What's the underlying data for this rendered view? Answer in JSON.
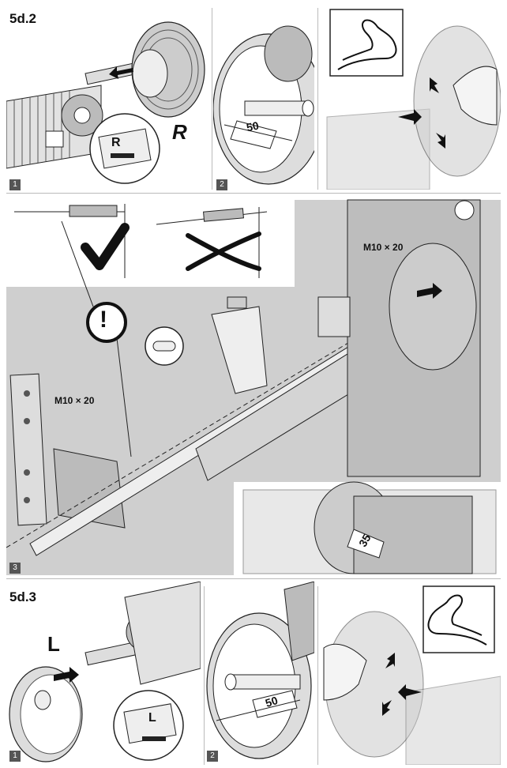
{
  "section_top": {
    "title": "5d.2",
    "panels": [
      "1",
      "2"
    ],
    "side_letter": "R",
    "label_letter": "R",
    "measure": "50"
  },
  "section_middle": {
    "panel": "3",
    "bolt_right": "M10 × 20",
    "bolt_left": "M10 × 20",
    "measure": "35",
    "warning_symbol": "!"
  },
  "section_bottom": {
    "title": "5d.3",
    "panels": [
      "1",
      "2"
    ],
    "side_letter": "L",
    "label_letter": "L",
    "measure": "50"
  },
  "colors": {
    "line": "#222222",
    "panel_gray": "#cfcfcf",
    "light_gray": "#e6e6e6",
    "mid_gray": "#9a9a9a",
    "separator": "#bbbbbb",
    "badge": "#555555"
  }
}
